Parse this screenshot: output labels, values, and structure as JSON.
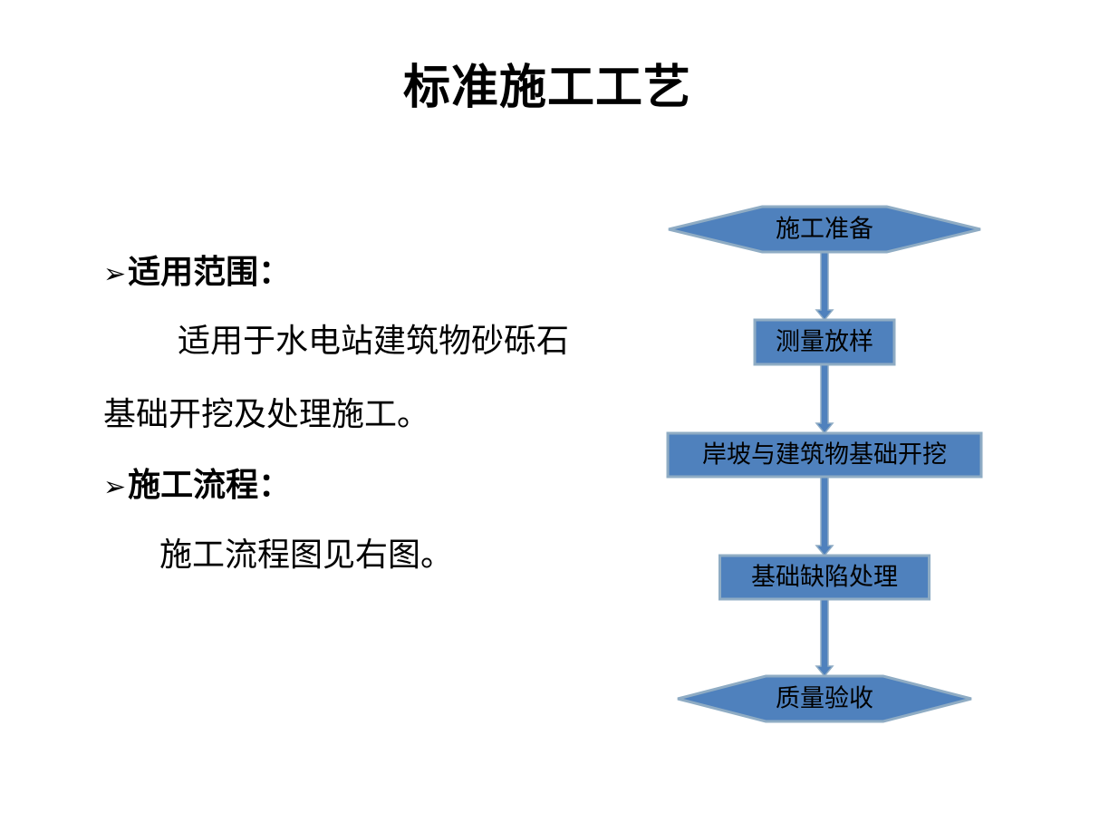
{
  "title": "标准施工工艺",
  "sections": [
    {
      "bullet": "➢",
      "heading": "适用范围：",
      "lines": [
        "适用于水电站建筑物砂砾石",
        "基础开挖及处理施工。"
      ]
    },
    {
      "bullet": "➢",
      "heading": "施工流程：",
      "lines": [
        "施工流程图见右图。"
      ]
    }
  ],
  "flowchart": {
    "nodes": [
      {
        "id": "start",
        "shape": "hexagon",
        "label": "施工准备"
      },
      {
        "id": "survey",
        "shape": "rectangle",
        "label": "测量放样"
      },
      {
        "id": "excavation",
        "shape": "rectangle",
        "label": "岸坡与建筑物基础开挖"
      },
      {
        "id": "defects",
        "shape": "rectangle",
        "label": "基础缺陷处理"
      },
      {
        "id": "end",
        "shape": "hexagon",
        "label": "质量验收"
      }
    ],
    "edges": [
      {
        "from": "start",
        "to": "survey"
      },
      {
        "from": "survey",
        "to": "excavation"
      },
      {
        "from": "excavation",
        "to": "defects"
      },
      {
        "from": "defects",
        "to": "end"
      }
    ],
    "colors": {
      "node_fill": "#4f81bd",
      "node_stroke": "#8facc4",
      "arrow_fill": "#4f81bd",
      "arrow_stroke": "#8facc4"
    }
  }
}
